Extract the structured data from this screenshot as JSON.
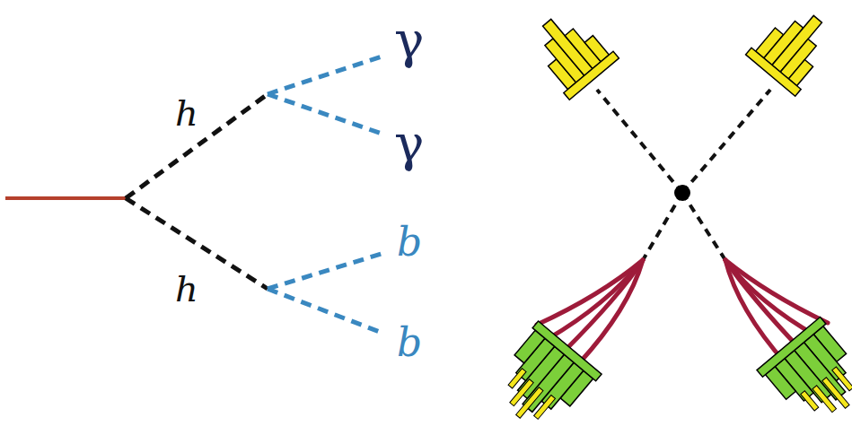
{
  "diagram": {
    "labels": [
      "γ",
      "h",
      "γ",
      "b",
      "h",
      "b"
    ]
  }
}
